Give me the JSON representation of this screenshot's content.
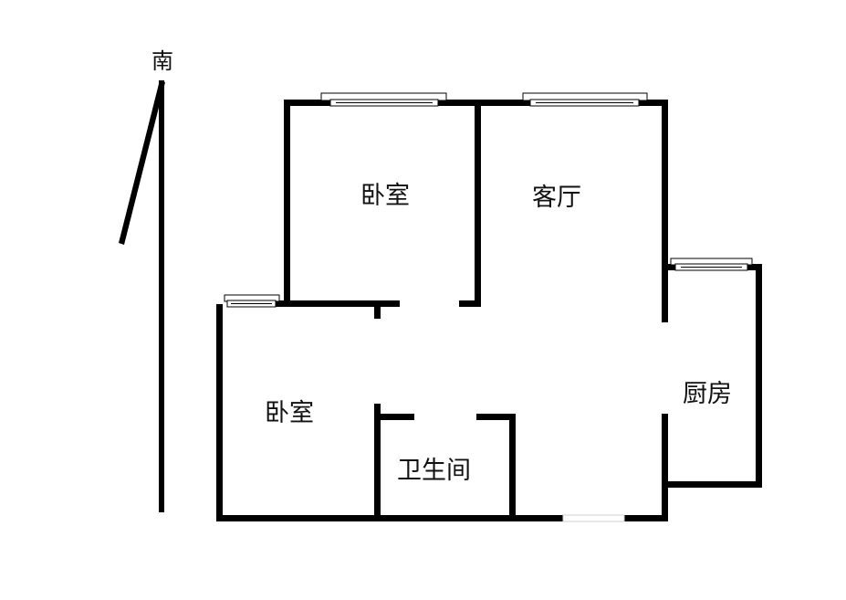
{
  "compass": {
    "label": "南"
  },
  "rooms": {
    "bedroom_north": {
      "label": "卧室"
    },
    "living_room": {
      "label": "客厅"
    },
    "bedroom_south": {
      "label": "卧室"
    },
    "bathroom": {
      "label": "卫生间"
    },
    "kitchen": {
      "label": "厨房"
    }
  },
  "colors": {
    "wall": "#000000",
    "background": "#ffffff"
  }
}
